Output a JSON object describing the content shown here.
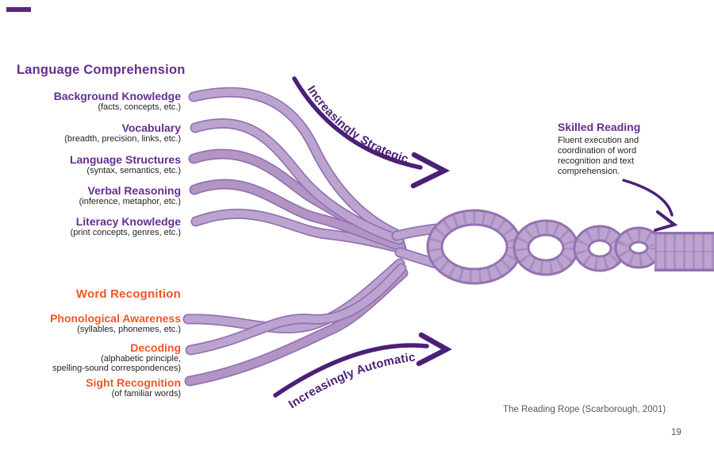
{
  "slide": {
    "caption": "The Reading Rope (Scarborough, 2001)",
    "page_number": "19"
  },
  "colors": {
    "heading_purple": "#662d91",
    "heading_orange": "#f0562a",
    "arrow_purple": "#4b2077",
    "rope_fill": "#bda4d0",
    "rope_edge": "#9273b2",
    "body_text": "#231f20",
    "caption_gray": "#58595b"
  },
  "language_comprehension": {
    "title": "Language Comprehension",
    "items": [
      {
        "label": "Background Knowledge",
        "sub": "(facts, concepts, etc.)"
      },
      {
        "label": "Vocabulary",
        "sub": "(breadth, precision, links, etc.)"
      },
      {
        "label": "Language Structures",
        "sub": "(syntax, semantics, etc.)"
      },
      {
        "label": "Verbal Reasoning",
        "sub": "(inference, metaphor, etc.)"
      },
      {
        "label": "Literacy Knowledge",
        "sub": "(print concepts, genres, etc.)"
      }
    ]
  },
  "word_recognition": {
    "title": "Word Recognition",
    "items": [
      {
        "label": "Phonological Awareness",
        "sub": "(syllables, phonemes, etc.)"
      },
      {
        "label": "Decoding",
        "sub": "(alphabetic principle,\nspelling-sound correspondences)"
      },
      {
        "label": "Sight Recognition",
        "sub": "(of familiar words)"
      }
    ]
  },
  "arrows": {
    "strategic": "Increasingly Strategic",
    "automatic": "Increasingly Automatic"
  },
  "skilled_reading": {
    "title": "Skilled Reading",
    "description": "Fluent execution and\ncoordination of word\nrecognition and text\ncomprehension."
  }
}
